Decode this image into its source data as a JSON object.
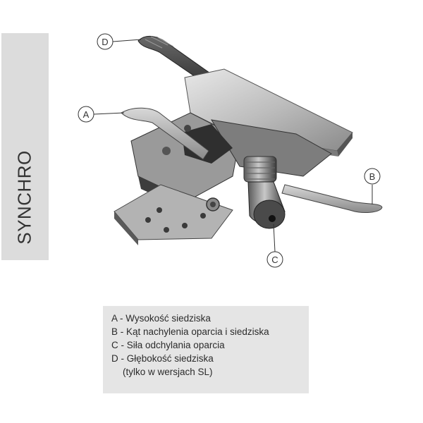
{
  "side_title": "SYNCHRO",
  "callouts": {
    "a": "A",
    "b": "B",
    "c": "C",
    "d": "D"
  },
  "legend": {
    "items": [
      "A - Wysokość siedziska",
      "B - Kąt nachylenia oparcia i siedziska",
      "C - Siła odchylania oparcia",
      "D - Głębokość siedziska"
    ],
    "note": "(tylko w wersjach SL)"
  },
  "colors": {
    "band": "#dcdcdc",
    "legend_bg": "#e5e5e5",
    "metal_light": "#c9c9c9",
    "metal_mid": "#8f8f8f",
    "metal_dark": "#3f3f3f"
  }
}
